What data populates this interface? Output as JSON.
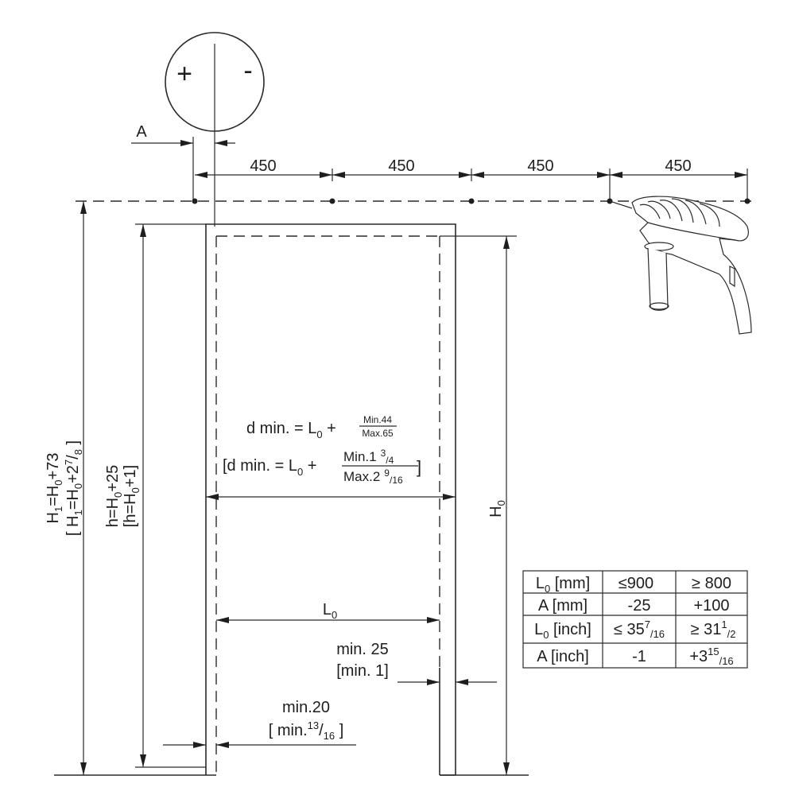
{
  "adjuster": {
    "plus": "+",
    "minus": "-",
    "a_label": "A"
  },
  "spacing": {
    "labels": [
      "450",
      "450",
      "450",
      "450"
    ]
  },
  "dimensions": {
    "H1_main": "H",
    "H1_sub": "1",
    "H1_eq": "=H",
    "H1_eq_sub": "0",
    "H1_tail": "+73",
    "H1_inch_open": "[ H",
    "H1_inch_sub": "1",
    "H1_inch_eq": "=H",
    "H1_inch_eq_sub": "0",
    "H1_inch_plus": "+2",
    "H1_inch_num": "7",
    "H1_inch_slash": "/",
    "H1_inch_den": "8",
    "H1_inch_close": " ]",
    "h_main": "h=H",
    "h_sub": "0",
    "h_tail": "+25",
    "h_inch_main": "[h=H",
    "h_inch_sub": "0",
    "h_inch_tail": "+1]",
    "H0_main": "H",
    "H0_sub": "0",
    "L0_main": "L",
    "L0_sub": "0",
    "min25": "min. 25",
    "min25_inch": "[min. 1]",
    "min20": "min.20",
    "min20_inch_a": "[ min.",
    "min20_inch_num": "13",
    "min20_inch_slash": "/",
    "min20_inch_den": "16",
    "min20_inch_close": " ]"
  },
  "formula": {
    "mm_prefix": "d min. = L",
    "mm_sub": "0",
    "mm_plus": " +",
    "mm_num": "Min.44",
    "mm_den": "Max.65",
    "inch_prefix": "[d min. = L",
    "inch_sub": "0",
    "inch_plus": " +",
    "inch_num": "Min.1",
    "inch_num_frac_n": "3",
    "inch_num_frac_d": "/4",
    "inch_den": "Max.2",
    "inch_den_frac_n": "9",
    "inch_den_frac_d": "/16",
    "inch_close": "]"
  },
  "table": {
    "rows": [
      {
        "label": "L",
        "label_sub": "0",
        "label_tail": " [mm]",
        "c1": "≤900",
        "c2": "≥ 800"
      },
      {
        "label": "A [mm]",
        "c1": "-25",
        "c2": "+100"
      },
      {
        "label": "L",
        "label_sub": "0",
        "label_tail": " [inch]",
        "c1": "≤ 35",
        "c1_sup": "7",
        "c1_sub": "/16",
        "c2": "≥ 31",
        "c2_sup": "1",
        "c2_sub": "/2"
      },
      {
        "label": "A [inch]",
        "c1": "-1",
        "c2": "+3",
        "c2_sup": "15",
        "c2_sub": "/16"
      }
    ]
  }
}
